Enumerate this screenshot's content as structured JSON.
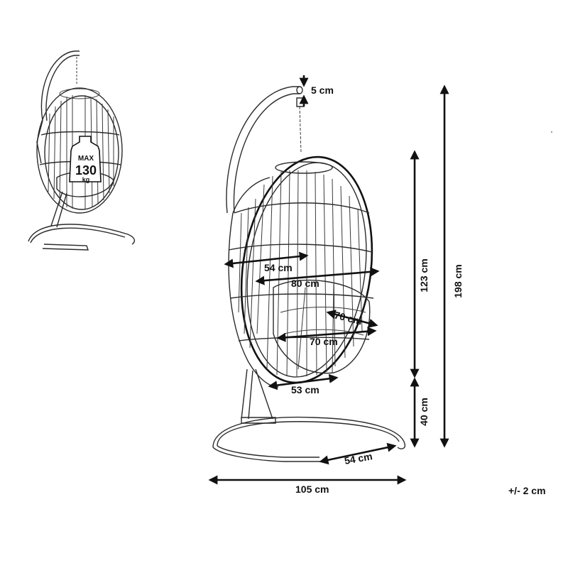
{
  "thumbnail": {
    "badge": {
      "line1": "MAX",
      "line2": "130",
      "line3": "kg"
    }
  },
  "dimensions": {
    "chain_gap": "5 cm",
    "seat_depth_top": "54 cm",
    "egg_width": "80 cm",
    "cushion_depth": "70 cm",
    "cushion_width": "70 cm",
    "egg_bottom_width": "53 cm",
    "base_depth": "54 cm",
    "total_width": "105 cm",
    "egg_height": "123 cm",
    "seat_height": "40 cm",
    "total_height": "198 cm"
  },
  "tolerance": "+/- 2 cm"
}
